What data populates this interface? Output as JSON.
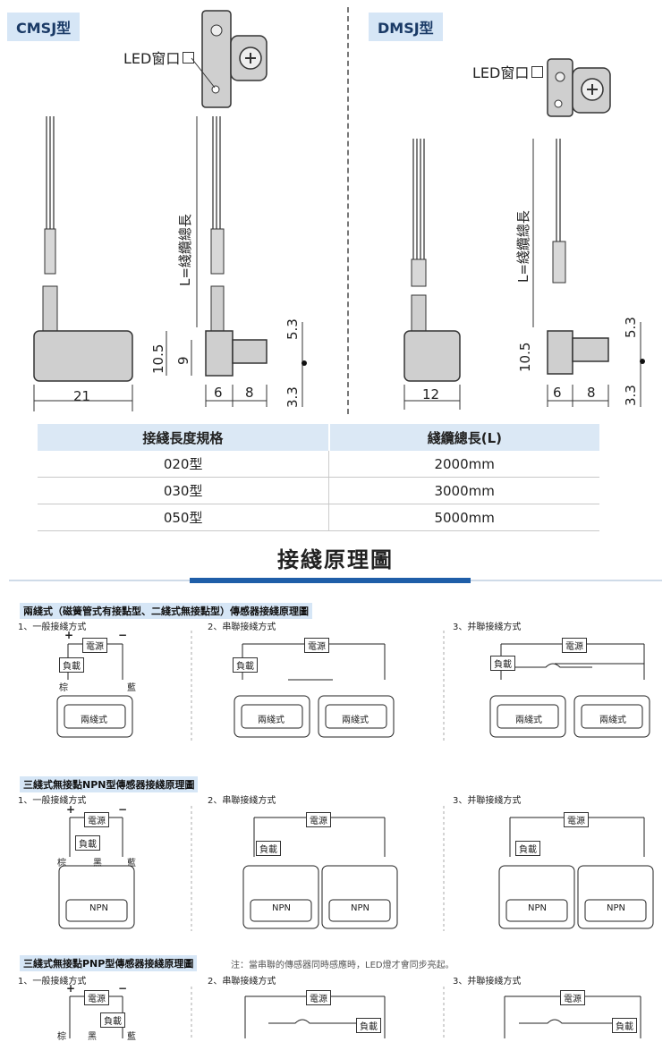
{
  "models": {
    "left": {
      "label": "CMSJ型",
      "led_label": "LED窗口",
      "cable_label": "L=綫纜總長",
      "dims": {
        "width": "21",
        "h1": "10.5",
        "h2": "9",
        "top": "5.3",
        "bottom": "3.3",
        "w1": "6",
        "w2": "8"
      }
    },
    "right": {
      "label": "DMSJ型",
      "led_label": "LED窗口",
      "cable_label": "L=綫纜總長",
      "dims": {
        "width": "12",
        "h1": "10.5",
        "top": "5.3",
        "bottom": "3.3",
        "w1": "6",
        "w2": "8"
      }
    }
  },
  "spec_table": {
    "headers": [
      "接綫長度規格",
      "綫纜總長(L)"
    ],
    "rows": [
      [
        "020型",
        "2000mm"
      ],
      [
        "030型",
        "3000mm"
      ],
      [
        "050型",
        "5000mm"
      ]
    ]
  },
  "section_title": "接綫原理圖",
  "wiring": [
    {
      "title": "兩綫式（磁簧管式有接點型、二綫式無接點型）傳感器接綫原理圖",
      "methods": [
        "1、一般接綫方式",
        "2、串聯接綫方式",
        "3、并聯接綫方式"
      ],
      "labels": {
        "power": "電源",
        "load": "負載",
        "brown": "棕",
        "blue": "藍",
        "sensor": "兩綫式",
        "plus": "+",
        "minus": "−"
      }
    },
    {
      "title": "三綫式無接點NPN型傳感器接綫原理圖",
      "methods": [
        "1、一般接綫方式",
        "2、串聯接綫方式",
        "3、并聯接綫方式"
      ],
      "labels": {
        "power": "電源",
        "load": "負載",
        "brown": "棕",
        "black": "黑",
        "blue": "藍",
        "sensor": "NPN",
        "plus": "+",
        "minus": "−"
      }
    },
    {
      "title": "三綫式無接點PNP型傳感器接綫原理圖",
      "note": "注：當串聯的傳感器同時感應時，LED燈才會同步亮起。",
      "methods": [
        "1、一般接綫方式",
        "2、串聯接綫方式",
        "3、并聯接綫方式"
      ],
      "labels": {
        "power": "電源",
        "load": "負載",
        "brown": "棕",
        "black": "黑",
        "blue": "藍",
        "plus": "+",
        "minus": "−"
      }
    }
  ]
}
